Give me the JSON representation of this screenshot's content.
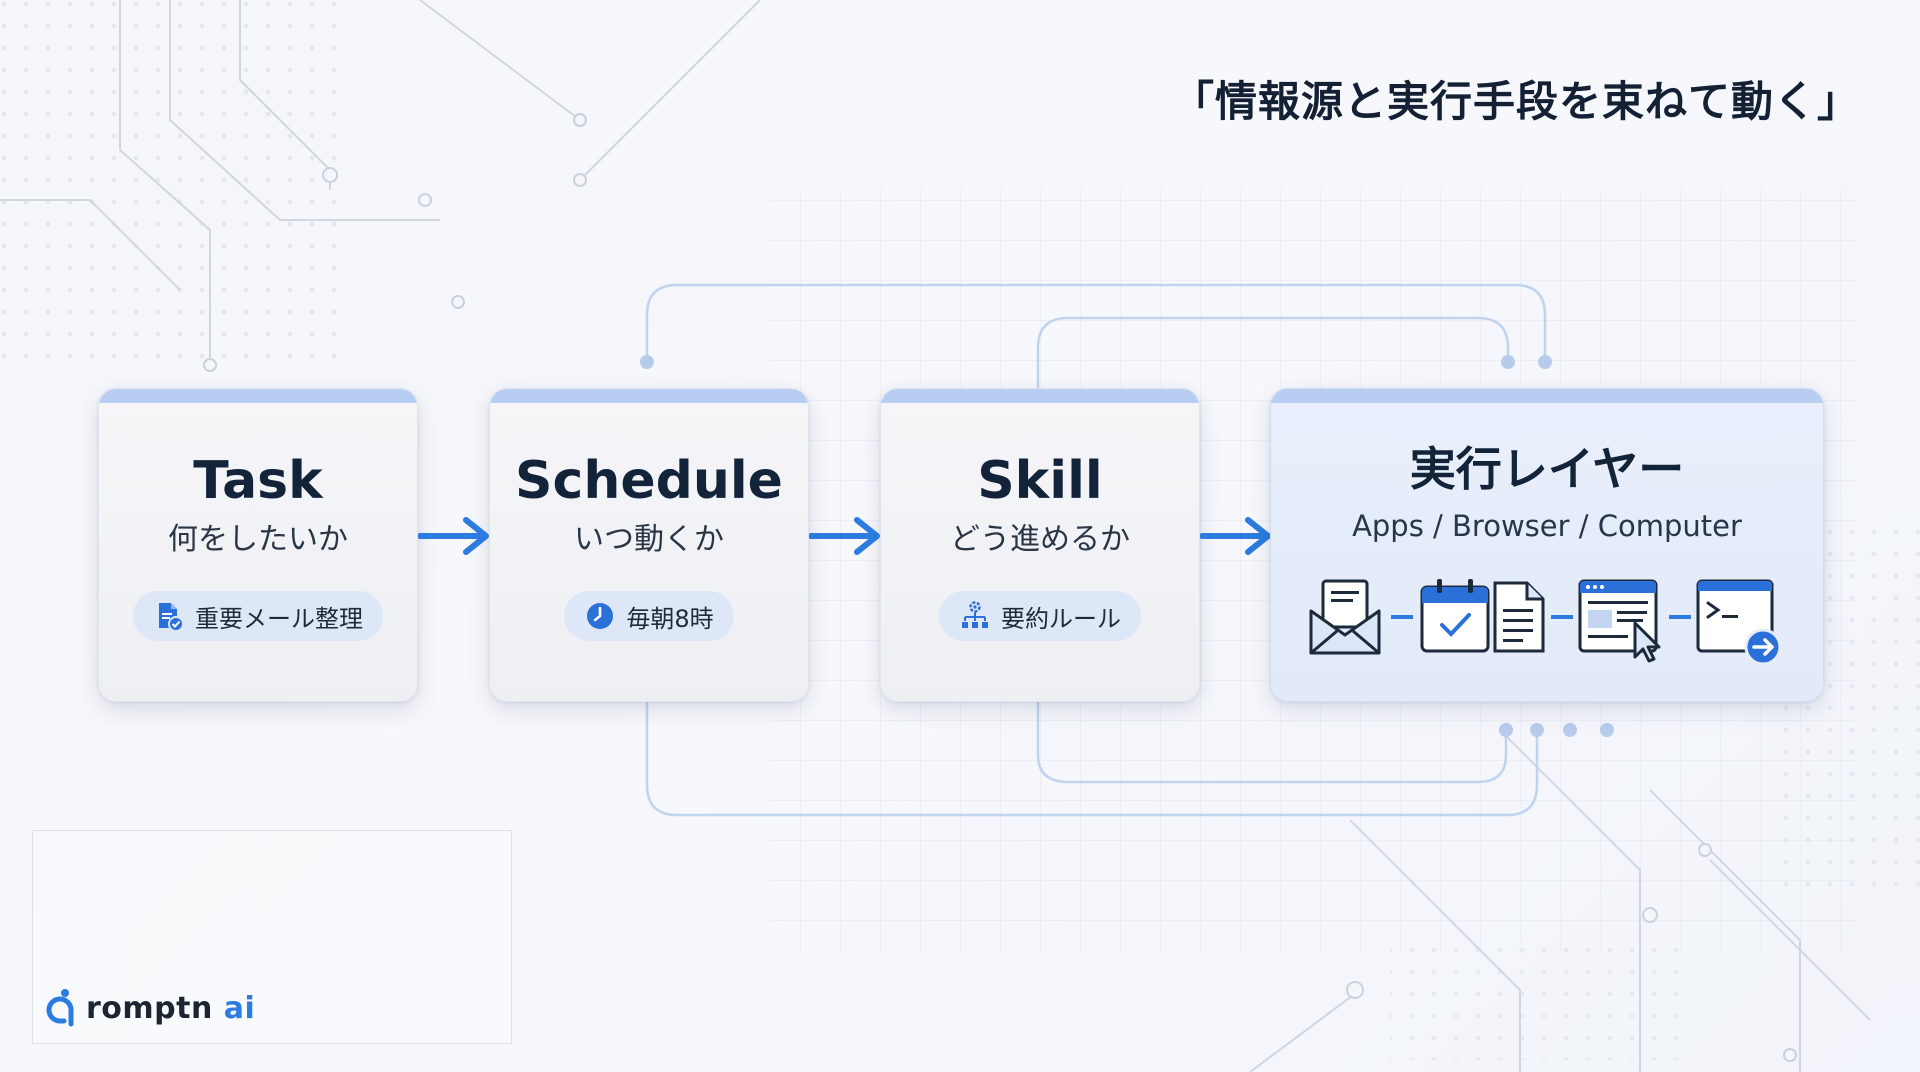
{
  "headline": "「情報源と実行手段を束ねて動く」",
  "cards": [
    {
      "title": "Task",
      "subtitle": "何をしたいか",
      "chip": "重要メール整理",
      "chip_icon": "document-check-icon"
    },
    {
      "title": "Schedule",
      "subtitle": "いつ動くか",
      "chip": "毎朝8時",
      "chip_icon": "clock-icon"
    },
    {
      "title": "Skill",
      "subtitle": "どう進めるか",
      "chip": "要約ルール",
      "chip_icon": "org-chart-gear-icon"
    }
  ],
  "execution": {
    "title": "実行レイヤー",
    "subtitle": "Apps / Browser / Computer",
    "tools": [
      "mail-icon",
      "calendar-check-icon",
      "document-icon",
      "browser-window-icon",
      "cursor-icon",
      "terminal-icon"
    ]
  },
  "logo": {
    "name": "romptn",
    "suffix": "ai"
  },
  "colors": {
    "accent": "#2b7be0",
    "card_header": "#b7cdf2",
    "chip_bg": "#dde7f8",
    "title": "#13233a"
  }
}
